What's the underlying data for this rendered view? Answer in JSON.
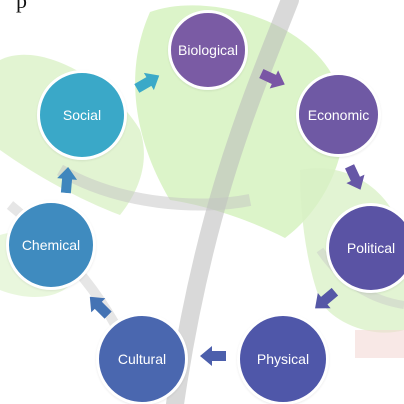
{
  "top_text": "p",
  "colors": {
    "biological": "#7a5ba4",
    "economic": "#6f59a4",
    "political": "#5a53a4",
    "physical": "#4f57a9",
    "cultural": "#4a67af",
    "chemical": "#3f8bbf",
    "social": "#3aa8c8",
    "arrow_purple": "#7a56a5",
    "arrow_indigo": "#5557a6",
    "arrow_blue": "#3f86bd",
    "arrow_teal": "#3ba9c8"
  },
  "cycle": [
    {
      "key": "biological",
      "label": "Biological"
    },
    {
      "key": "economic",
      "label": "Economic"
    },
    {
      "key": "political",
      "label": "Political"
    },
    {
      "key": "physical",
      "label": "Physical"
    },
    {
      "key": "cultural",
      "label": "Cultural"
    },
    {
      "key": "chemical",
      "label": "Chemical"
    },
    {
      "key": "social",
      "label": "Social"
    }
  ]
}
